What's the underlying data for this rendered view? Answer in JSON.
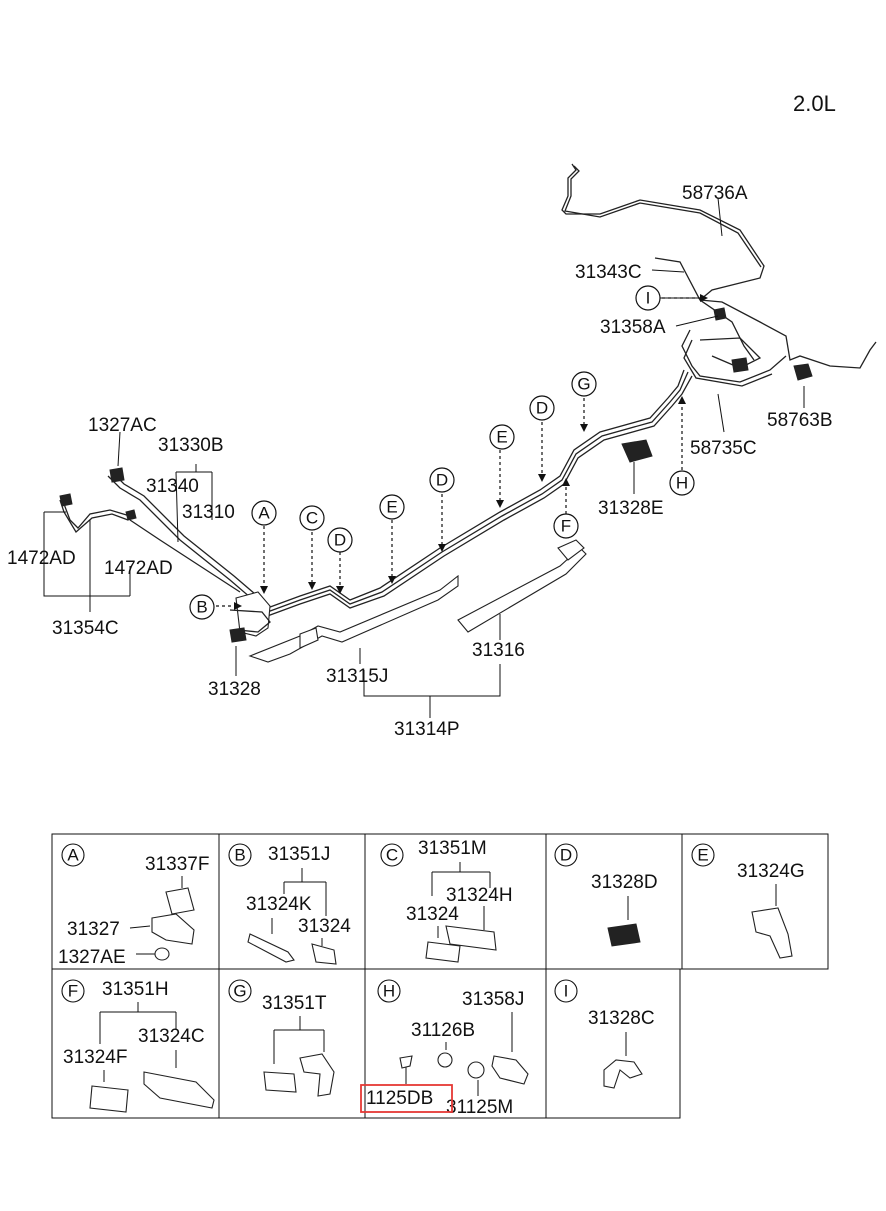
{
  "engine": "2.0L",
  "labels": {
    "p58736A": "58736A",
    "p31343C": "31343C",
    "p31358A": "31358A",
    "p58763B": "58763B",
    "p58735C": "58735C",
    "p31328E": "31328E",
    "p1327AC": "1327AC",
    "p31330B": "31330B",
    "p31340": "31340",
    "p31310": "31310",
    "p1472AD_a": "1472AD",
    "p1472AD_b": "1472AD",
    "p31354C": "31354C",
    "p31328": "31328",
    "p31315J": "31315J",
    "p31316": "31316",
    "p31314P": "31314P"
  },
  "callouts": {
    "A": "A",
    "B": "B",
    "C": "C",
    "D1": "D",
    "D2": "D",
    "D3": "D",
    "E1": "E",
    "E2": "E",
    "F": "F",
    "G": "G",
    "H": "H",
    "I": "I"
  },
  "legend": {
    "A": {
      "letter": "A",
      "parts": [
        "31337F",
        "31327",
        "1327AE"
      ]
    },
    "B": {
      "letter": "B",
      "parts": [
        "31351J",
        "31324K",
        "31324"
      ]
    },
    "C": {
      "letter": "C",
      "parts": [
        "31351M",
        "31324H",
        "31324"
      ]
    },
    "D": {
      "letter": "D",
      "parts": [
        "31328D"
      ]
    },
    "E": {
      "letter": "E",
      "parts": [
        "31324G"
      ]
    },
    "F": {
      "letter": "F",
      "parts": [
        "31351H",
        "31324C",
        "31324F"
      ]
    },
    "G": {
      "letter": "G",
      "parts": [
        "31351T"
      ]
    },
    "H": {
      "letter": "H",
      "parts": [
        "31358J",
        "31126B",
        "1125DB",
        "31125M"
      ]
    },
    "I": {
      "letter": "I",
      "parts": [
        "31328C"
      ]
    }
  },
  "highlighted_part": "1125DB",
  "colors": {
    "highlight": "#e53935",
    "line": "#222222"
  }
}
